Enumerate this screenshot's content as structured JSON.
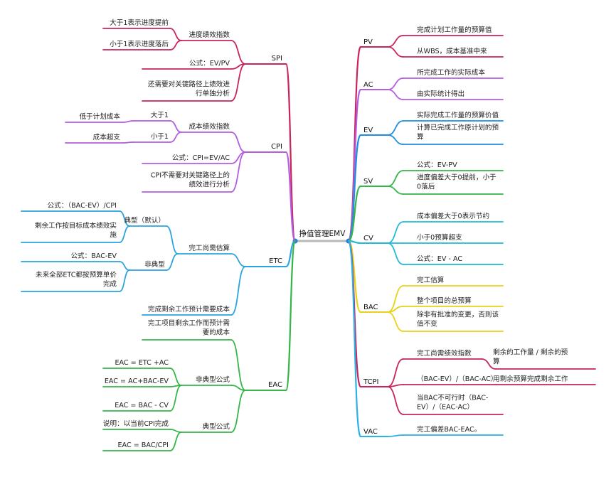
{
  "root": "挣值管理EMV",
  "colors": {
    "PV": "#c8245f",
    "AC": "#b35de0",
    "EV": "#1e8fe0",
    "SV": "#35b54a",
    "CV": "#22b9d6",
    "BAC": "#e8d21a",
    "TCPI": "#c8245f",
    "VAC": "#2cb0e8",
    "SPI": "#c8245f",
    "CPI": "#b35de0",
    "ETC": "#2aa4e0",
    "EAC": "#35b54a",
    "center": "#b8b8b8",
    "hub": "#1f7fe0"
  },
  "right": [
    {
      "key": "PV",
      "label": "PV",
      "children": [
        {
          "label": "完成计划工作量的预算值"
        },
        {
          "label": "从WBS，成本基准中来"
        }
      ]
    },
    {
      "key": "AC",
      "label": "AC",
      "children": [
        {
          "label": "所完成工作的实际成本"
        },
        {
          "label": "由实际统计得出"
        }
      ]
    },
    {
      "key": "EV",
      "label": "EV",
      "children": [
        {
          "label": "实际完成工作量的预算价值"
        },
        {
          "label": [
            "计算已完成工作原计划的预",
            "算"
          ]
        }
      ]
    },
    {
      "key": "SV",
      "label": "SV",
      "children": [
        {
          "label": "公式：EV-PV"
        },
        {
          "label": [
            "进度偏差大于0提前，小于",
            "0落后"
          ]
        }
      ]
    },
    {
      "key": "CV",
      "label": "CV",
      "children": [
        {
          "label": "成本偏差大于0表示节约"
        },
        {
          "label": "小于0预算超支"
        },
        {
          "label": "公式：EV - AC"
        }
      ]
    },
    {
      "key": "BAC",
      "label": "BAC",
      "children": [
        {
          "label": "完工估算"
        },
        {
          "label": "整个项目的总预算"
        },
        {
          "label": [
            "除非有批准的变更，否则该",
            "值不变"
          ]
        }
      ]
    },
    {
      "key": "TCPI",
      "label": "TCPI",
      "children": [
        {
          "label": "完工尚需绩效指数",
          "children": [
            {
              "label": [
                "剩余的工作量 / 剩余的预",
                "算"
              ]
            }
          ]
        },
        {
          "label": "（BAC-EV）/（BAC-AC）",
          "children": [
            {
              "label": "用剩余预算完成剩余工作"
            }
          ]
        },
        {
          "label": [
            "当BAC不可行时（BAC-",
            "EV）/（EAC-AC）"
          ]
        }
      ]
    },
    {
      "key": "VAC",
      "label": "VAC",
      "children": [
        {
          "label": "完工偏差BAC-EAC。"
        }
      ]
    }
  ],
  "left": [
    {
      "key": "SPI",
      "label": "SPI",
      "children": [
        {
          "label": "进度绩效指数",
          "children": [
            {
              "label": "大于1表示进度提前"
            },
            {
              "label": "小于1表示进度落后"
            }
          ]
        },
        {
          "label": "公式：EV/PV"
        },
        {
          "label": [
            "还需要对关键路径上绩效进",
            "行单独分析"
          ]
        }
      ]
    },
    {
      "key": "CPI",
      "label": "CPI",
      "children": [
        {
          "label": "成本绩效指数",
          "children": [
            {
              "label": "大于1",
              "children": [
                {
                  "label": "低于计划成本"
                }
              ]
            },
            {
              "label": "小于1",
              "children": [
                {
                  "label": "成本超支"
                }
              ]
            }
          ]
        },
        {
          "label": "公式：CPI=EV/AC"
        },
        {
          "label": [
            "CPI不需要对关键路径上的",
            "绩效进行分析"
          ]
        }
      ]
    },
    {
      "key": "ETC",
      "label": "ETC",
      "children": [
        {
          "label": "完工尚需估算",
          "children": [
            {
              "label": "典型（默认）",
              "children": [
                {
                  "label": "公式：（BAC-EV）/CPI"
                },
                {
                  "label": [
                    "剩余工作按目标成本绩效实",
                    "施"
                  ]
                }
              ]
            },
            {
              "label": "非典型",
              "children": [
                {
                  "label": "公式：BAC-EV"
                },
                {
                  "label": [
                    "未来全部ETC都按预算单价",
                    "完成"
                  ]
                }
              ]
            }
          ]
        },
        {
          "label": "完成剩余工作预计需要成本"
        }
      ]
    },
    {
      "key": "EAC",
      "label": "EAC",
      "children": [
        {
          "label": [
            "完工项目剩余工作而预计需",
            "要的成本"
          ]
        },
        {
          "label": "非典型公式",
          "children": [
            {
              "label": "EAC = ETC +AC"
            },
            {
              "label": "EAC =   AC+BAC-EV"
            },
            {
              "label": "EAC = BAC - CV"
            }
          ]
        },
        {
          "label": "典型公式",
          "children": [
            {
              "label": "说明：以当前CPI完成"
            },
            {
              "label": "EAC = BAC/CPI"
            }
          ]
        }
      ]
    }
  ]
}
